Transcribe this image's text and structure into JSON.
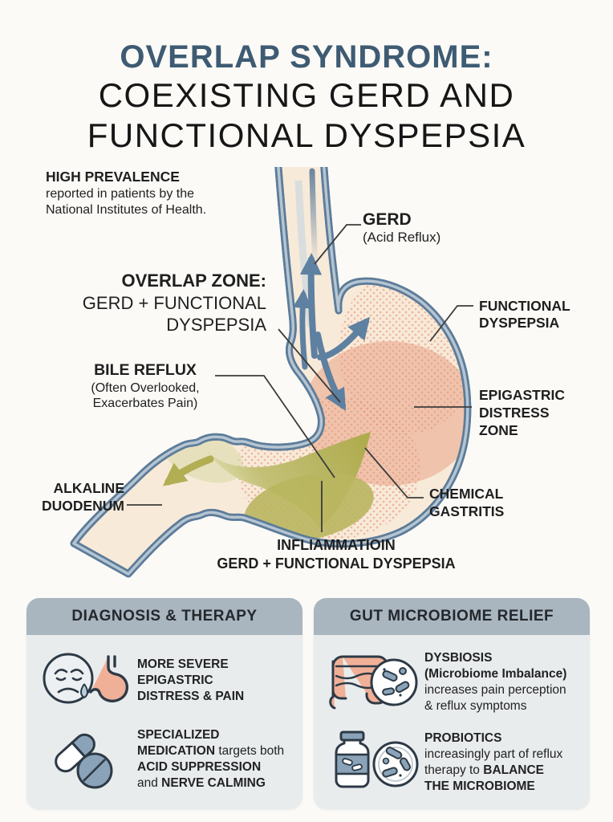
{
  "title": {
    "line1": "OVERLAP SYNDROME:",
    "line2": "COEXISTING GERD AND",
    "line3": "FUNCTIONAL DYSPEPSIA"
  },
  "diagram": {
    "high_prevalence": {
      "heading": "HIGH PREVALENCE",
      "body1": "reported in patients by the",
      "body2": "National Institutes of Health."
    },
    "gerd": {
      "title": "GERD",
      "sub": "(Acid Reflux)"
    },
    "overlap_zone": {
      "line1": "OVERLAP ZONE:",
      "line2": "GERD + FUNCTIONAL",
      "line3": "DYSPEPSIA"
    },
    "functional_dyspepsia": {
      "line1": "FUNCTIONAL",
      "line2": "DYSPEPSIA"
    },
    "bile_reflux": {
      "title": "BILE REFLUX",
      "sub1": "(Often Overlooked,",
      "sub2": "Exacerbates Pain)"
    },
    "epigastric": {
      "line1": "EPIGASTRIC",
      "line2": "DISTRESS",
      "line3": "ZONE"
    },
    "chemical_gastritis": {
      "line1": "CHEMICAL",
      "line2": "GASTRITIS"
    },
    "alkaline_duodenum": {
      "line1": "ALKALINE",
      "line2": "DUODENUM"
    },
    "inflammation": {
      "line1": "INFLIAMMATIOIN",
      "line2": "GERD + FUNCTIONAL DYSPEPSIA"
    }
  },
  "cards": [
    {
      "header": "DIAGNOSIS & THERAPY",
      "rows": [
        {
          "icon": "sad-face-stomach-icon",
          "segments": [
            {
              "t": "MORE SEVERE",
              "b": 1,
              "br": 1
            },
            {
              "t": "EPIGASTRIC",
              "b": 1,
              "br": 1
            },
            {
              "t": "DISTRESS & PAIN",
              "b": 1
            }
          ]
        },
        {
          "icon": "medication-pills-icon",
          "segments": [
            {
              "t": "SPECIALIZED",
              "b": 1,
              "br": 1
            },
            {
              "t": "MEDICATION",
              "b": 1
            },
            {
              "t": " targets both",
              "b": 0,
              "br": 1
            },
            {
              "t": "ACID SUPPRESSION",
              "b": 1,
              "br": 1
            },
            {
              "t": "and ",
              "b": 0
            },
            {
              "t": "NERVE CALMING",
              "b": 1
            }
          ]
        }
      ]
    },
    {
      "header": "GUT MICROBIOME RELIEF",
      "rows": [
        {
          "icon": "gut-microbiome-icon",
          "segments": [
            {
              "t": "DYSBIOSIS",
              "b": 1,
              "br": 1
            },
            {
              "t": "(Microbiome Imbalance)",
              "b": 1,
              "br": 1
            },
            {
              "t": "increases pain perception",
              "b": 0,
              "br": 1
            },
            {
              "t": "& reflux symptoms",
              "b": 0
            }
          ]
        },
        {
          "icon": "probiotics-icon",
          "segments": [
            {
              "t": "PROBIOTICS",
              "b": 1,
              "br": 1
            },
            {
              "t": "increasingly part of reflux",
              "b": 0,
              "br": 1
            },
            {
              "t": "therapy to ",
              "b": 0
            },
            {
              "t": "BALANCE",
              "b": 1,
              "br": 1
            },
            {
              "t": "THE MICROBIOME",
              "b": 1
            }
          ]
        }
      ]
    }
  ],
  "colors": {
    "title_accent": "#3e5b73",
    "organ_outline": "#5d7c99",
    "organ_inner_wall": "#b5c5d2",
    "organ_fill": "#f8ead9",
    "stipple": "#e5987c",
    "distress_blob": "#efbca3",
    "bile": "#b0ad52",
    "arrow_blue": "#5e80a1",
    "card_header_bg": "#a9b5bf",
    "card_body_bg": "#e9eced",
    "icon_peach": "#f0b097",
    "icon_slate": "#8aa3b8"
  }
}
